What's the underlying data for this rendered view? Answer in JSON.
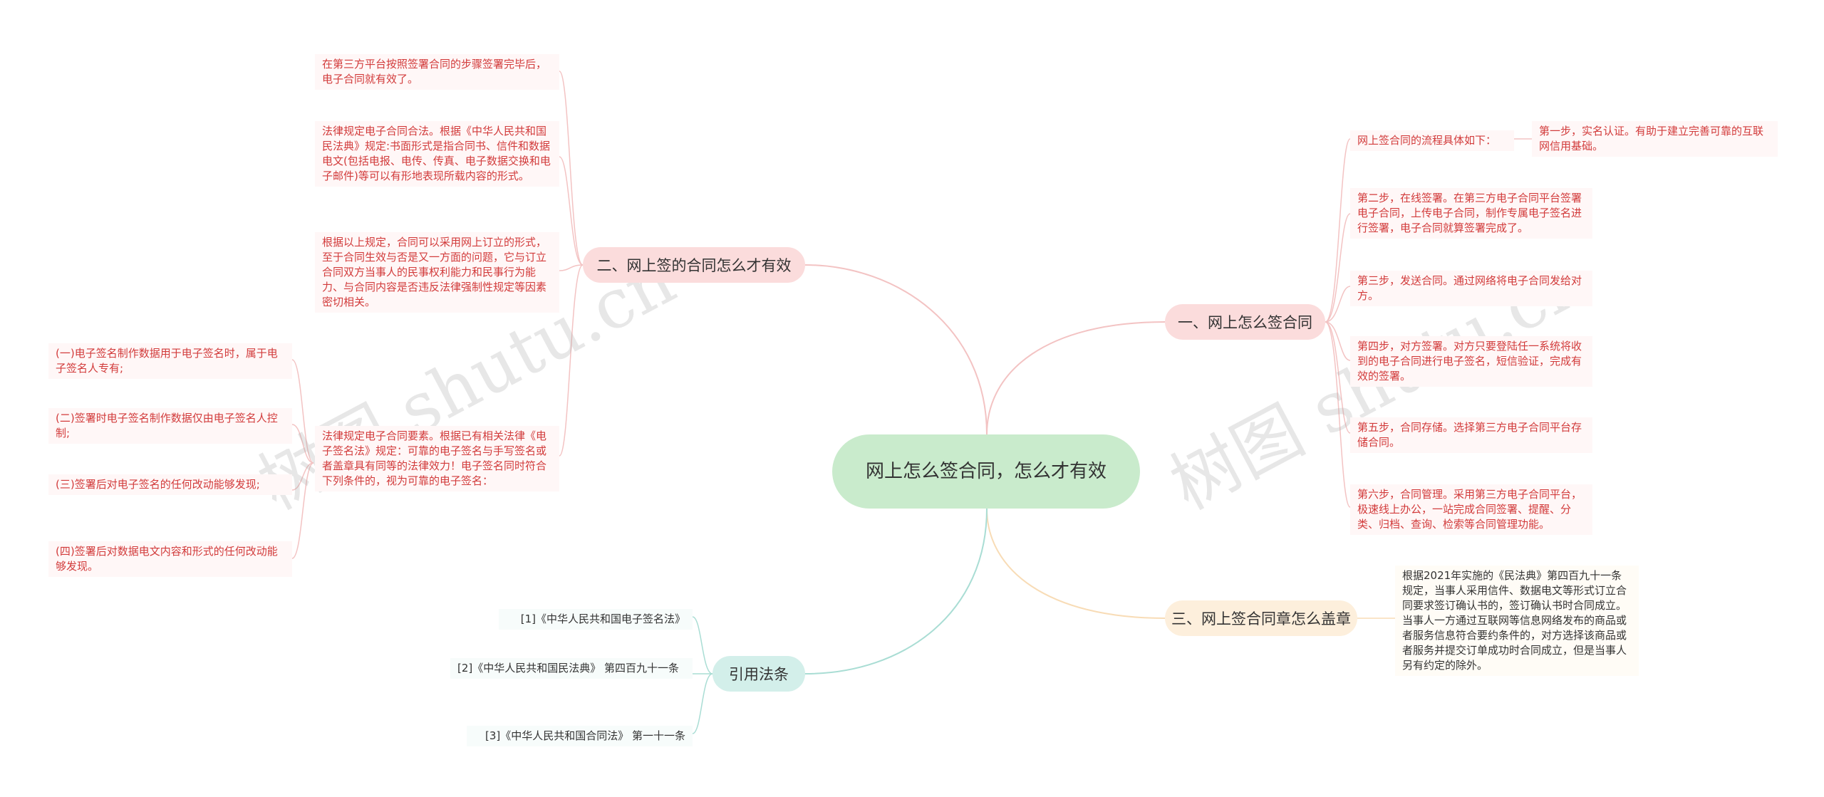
{
  "center": {
    "title": "网上怎么签合同，怎么才有效"
  },
  "watermark": "树图 shutu.cn",
  "branches": {
    "how_to_sign": {
      "label": "一、网上怎么签合同"
    },
    "validity": {
      "label": "二、网上签的合同怎么才有效"
    },
    "seal": {
      "label": "三、网上签合同章怎么盖章"
    },
    "laws": {
      "label": "引用法条"
    }
  },
  "how_to_sign": {
    "intro": "网上签合同的流程具体如下：",
    "step1": "第一步，实名认证。有助于建立完善可靠的互联网信用基础。",
    "step2": "第二步，在线签署。在第三方电子合同平台签署电子合同，上传电子合同，制作专属电子签名进行签署，电子合同就算签署完成了。",
    "step3": "第三步，发送合同。通过网络将电子合同发给对方。",
    "step4": "第四步，对方签署。对方只要登陆任一系统将收到的电子合同进行电子签名，短信验证，完成有效的签署。",
    "step5": "第五步，合同存储。选择第三方电子合同平台存储合同。",
    "step6": "第六步，合同管理。采用第三方电子合同平台，极速线上办公，一站完成合同签署、提醒、分类、归档、查询、检索等合同管理功能。"
  },
  "validity": {
    "p1": "在第三方平台按照签署合同的步骤签署完毕后，电子合同就有效了。",
    "p2": "法律规定电子合同合法。根据《中华人民共和国民法典》规定:书面形式是指合同书、信件和数据电文(包括电报、电传、传真、电子数据交换和电子邮件)等可以有形地表现所载内容的形式。",
    "p3": "根据以上规定，合同可以采用网上订立的形式，至于合同生效与否是又一方面的问题，它与订立合同双方当事人的民事权利能力和民事行为能力、与合同内容是否违反法律强制性规定等因素密切相关。",
    "p4": "法律规定电子合同要素。根据已有相关法律《电子签名法》规定：可靠的电子签名与手写签名或者盖章具有同等的法律效力！电子签名同时符合下列条件的，视为可靠的电子签名：",
    "c1": "(一)电子签名制作数据用于电子签名时，属于电子签名人专有;",
    "c2": "(二)签署时电子签名制作数据仅由电子签名人控制;",
    "c3": "(三)签署后对电子签名的任何改动能够发现;",
    "c4": "(四)签署后对数据电文内容和形式的任何改动能够发现。"
  },
  "seal": {
    "text": "根据2021年实施的《民法典》第四百九十一条规定，当事人采用信件、数据电文等形式订立合同要求签订确认书的，签订确认书时合同成立。当事人一方通过互联网等信息网络发布的商品或者服务信息符合要约条件的，对方选择该商品或者服务并提交订单成功时合同成立，但是当事人另有约定的除外。"
  },
  "laws": {
    "ref1": "[1]《中华人民共和国电子签名法》",
    "ref2": "[2]《中华人民共和国民法典》 第四百九十一条",
    "ref3": "[3]《中华人民共和国合同法》 第一十一条"
  },
  "colors": {
    "center_fill": "#c9ebcc",
    "branch_red": "#fbdcdc",
    "branch_orange": "#fdefdc",
    "branch_teal": "#d3efea",
    "leaf_red_text": "#d23b3b",
    "line_red": "#f3b9b9",
    "line_orange": "#f8dcb6",
    "line_teal": "#a9ddd4",
    "line_green": "#b7e3bc"
  }
}
